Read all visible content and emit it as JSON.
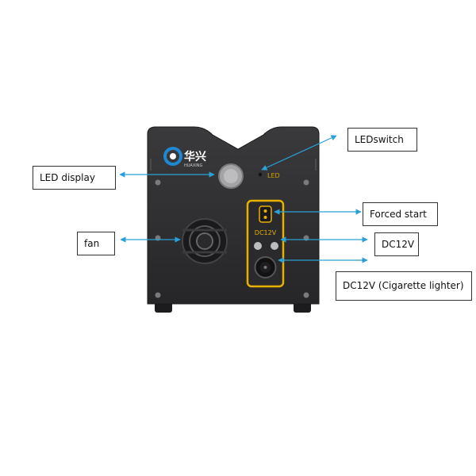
{
  "device": {
    "brand_text": "华兴",
    "brand_sub": "HUAXING",
    "led_label": "LED",
    "panel_label": "DC12V"
  },
  "callouts": {
    "led_display": "LED display",
    "led_switch": "LEDswitch",
    "fan": "fan",
    "forced_start": "Forced start",
    "dc12v": "DC12V",
    "cigarette": "DC12V (Cigarette lighter)"
  },
  "colors": {
    "body": "#2d2d2f",
    "panel_outline": "#e8b000",
    "arrow": "#2aa0d8",
    "brand_blue": "#1e88d2"
  }
}
